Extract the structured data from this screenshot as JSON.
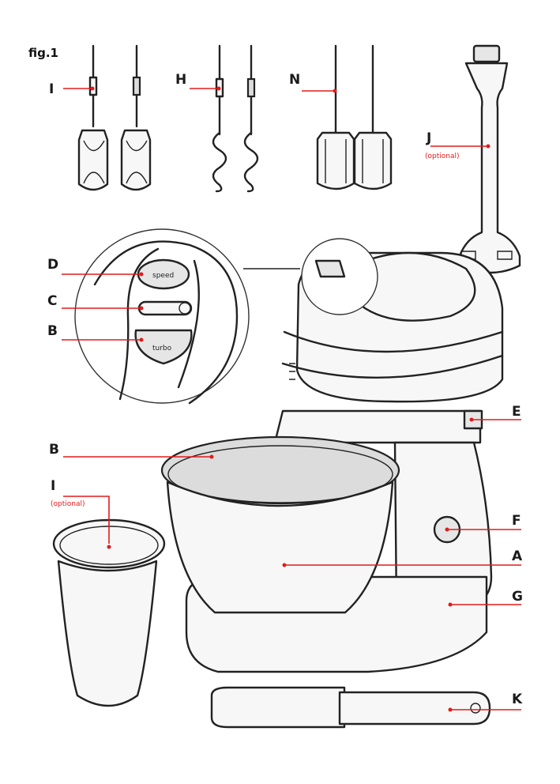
{
  "figure_label": "fig.1",
  "labels": {
    "I_top": "I",
    "H": "H",
    "N": "N",
    "J": "J",
    "J_note": "(optional)",
    "D": "D",
    "C": "C",
    "B_panel": "B",
    "E": "E",
    "B_bowl": "B",
    "I_cup": "I",
    "I_cup_note": "(optional)",
    "F": "F",
    "A": "A",
    "G": "G",
    "K": "K"
  },
  "panel_buttons": {
    "top": "speed",
    "bottom": "turbo"
  },
  "colors": {
    "leader": "#e21b1b",
    "outline": "#222222"
  }
}
